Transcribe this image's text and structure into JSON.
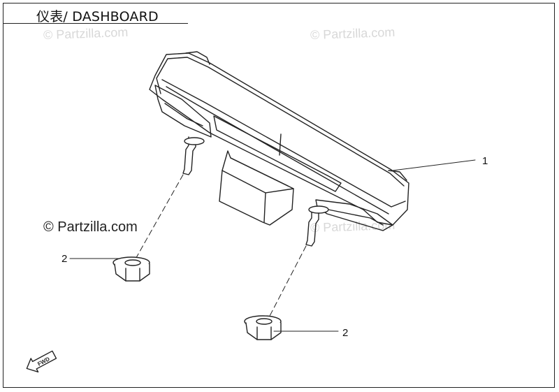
{
  "title": "仪表/ DASHBOARD",
  "watermark": "© Partzilla.com",
  "credit": "© Partzilla.com",
  "callouts": [
    {
      "label": "1",
      "part": "dashboard"
    },
    {
      "label": "2",
      "part": "flange-nut-left"
    },
    {
      "label": "2",
      "part": "flange-nut-right"
    }
  ],
  "fwd_label": "FWD",
  "colors": {
    "line": "#222222",
    "watermark": "#d8d8d8",
    "background": "#ffffff"
  }
}
